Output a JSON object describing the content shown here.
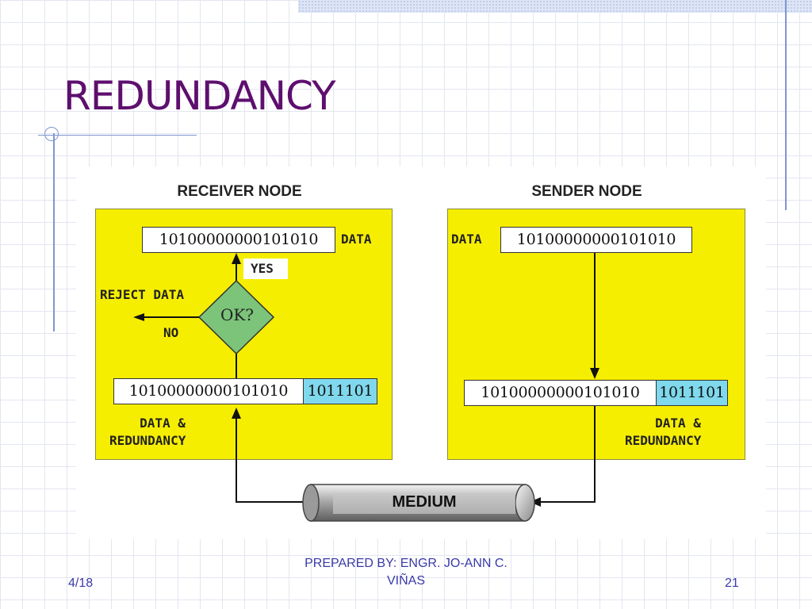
{
  "slide": {
    "title": "REDUNDANCY"
  },
  "diagram": {
    "receiver": {
      "title": "RECEIVER NODE",
      "data_value": "10100000000101010",
      "data_label": "DATA",
      "yes_label": "YES",
      "no_label": "NO",
      "reject_label": "REJECT DATA",
      "decision_label": "OK?",
      "combined_data": "10100000000101010",
      "combined_redundancy": "1011101",
      "combined_label_line1": "DATA &",
      "combined_label_line2": "REDUNDANCY"
    },
    "sender": {
      "title": "SENDER NODE",
      "data_label": "DATA",
      "data_value": "10100000000101010",
      "combined_data": "10100000000101010",
      "combined_redundancy": "1011101",
      "combined_label_line1": "DATA &",
      "combined_label_line2": "REDUNDANCY"
    },
    "medium_label": "MEDIUM",
    "colors": {
      "node_fill": "#f6ee00",
      "redundancy_fill": "#7fd8ec",
      "decision_fill": "#7cc47a",
      "title_color": "#5e0f6e"
    }
  },
  "footer": {
    "date": "4/18",
    "author_line1": "PREPARED BY: ENGR. JO-ANN C.",
    "author_line2": "VIÑAS",
    "page_number": "21"
  }
}
